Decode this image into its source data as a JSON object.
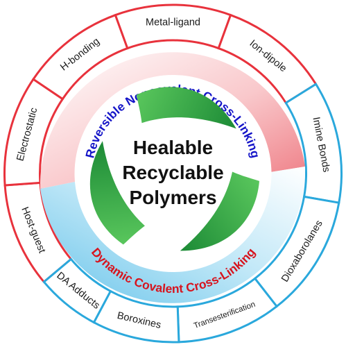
{
  "segments": [
    {
      "label": "Host-guest",
      "group": "noncovalent"
    },
    {
      "label": "Electrostatic",
      "group": "noncovalent"
    },
    {
      "label": "H-bonding",
      "group": "noncovalent"
    },
    {
      "label": "Metal-ligand",
      "group": "noncovalent"
    },
    {
      "label": "Ion-dipole",
      "group": "noncovalent"
    },
    {
      "label": "Imine Bonds",
      "group": "covalent"
    },
    {
      "label": "Dioxaborolanes",
      "group": "covalent"
    },
    {
      "label": "Transesterification",
      "group": "covalent"
    },
    {
      "label": "Boroxines",
      "group": "covalent"
    },
    {
      "label": "DA Adducts",
      "group": "covalent"
    }
  ],
  "bands": {
    "noncovalent": "Reversible Noncovalent Cross-Linking",
    "covalent": "Dynamic Covalent Cross-Linking"
  },
  "center": {
    "line1": "Healable",
    "line2": "Recyclable",
    "line3": "Polymers"
  },
  "icons": {
    "center": "three-leaf-recycling-icon"
  },
  "colors": {
    "noncovalent_border": "#e8323c",
    "covalent_border": "#2aa8dc",
    "noncovalent_band": "#f6a3a8",
    "covalent_band": "#8fd3ef",
    "noncovalent_text": "#1414c8",
    "covalent_text": "#d7141e",
    "leaf_dark": "#1f8f3a",
    "leaf_light": "#4fc25a"
  }
}
